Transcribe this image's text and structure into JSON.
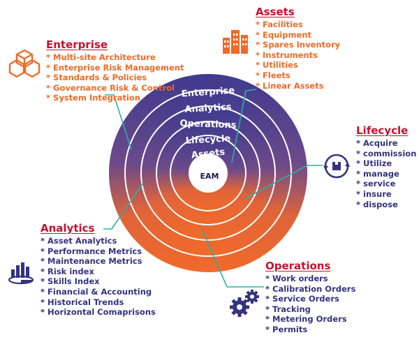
{
  "center": {
    "label": "EAM"
  },
  "rings": [
    "Enterprise",
    "Analytics",
    "Operations",
    "Lifecycle",
    "Assets"
  ],
  "panels": {
    "enterprise": {
      "title": "Enterprise",
      "items": [
        "Multi-site Architecture",
        "Enterprise Risk Management",
        "Standards & Policies",
        "Governance Risk & Control",
        "System Integration"
      ]
    },
    "assets": {
      "title": "Assets",
      "items": [
        "Facilities",
        "Equipment",
        "Spares Inventory",
        "Instruments",
        "Utilities",
        "Fleets",
        "Linear Assets"
      ]
    },
    "lifecycle": {
      "title": "Lifecycle",
      "items": [
        "Acquire",
        "commission",
        "Utilize",
        "manage",
        "service",
        "insure",
        "dispose"
      ]
    },
    "analytics": {
      "title": "Analytics",
      "items": [
        "Asset Analytics",
        "Performance Metrics",
        "Maintenance Metrics",
        "Risk index",
        "Skills Index",
        "Financial & Accounting",
        "Historical Trends",
        "Horizontal Comaprisons"
      ]
    },
    "operations": {
      "title": "Operations",
      "items": [
        "Work orders",
        "Calibration Orders",
        "Service Orders",
        "Tracking",
        "Metering Orders",
        "Permits"
      ]
    }
  },
  "icons": {
    "enterprise": "cubes-icon",
    "assets": "buildings-icon",
    "lifecycle": "cycle-box-icon",
    "analytics": "chart-icon",
    "operations": "gears-icon"
  },
  "colors": {
    "ring_top": "#3f3a8e",
    "ring_bottom": "#f06a2a",
    "orange": "#ef6a27",
    "navy": "#33337f",
    "title_red": "#c8102e",
    "connector": "#2ab0a8"
  }
}
